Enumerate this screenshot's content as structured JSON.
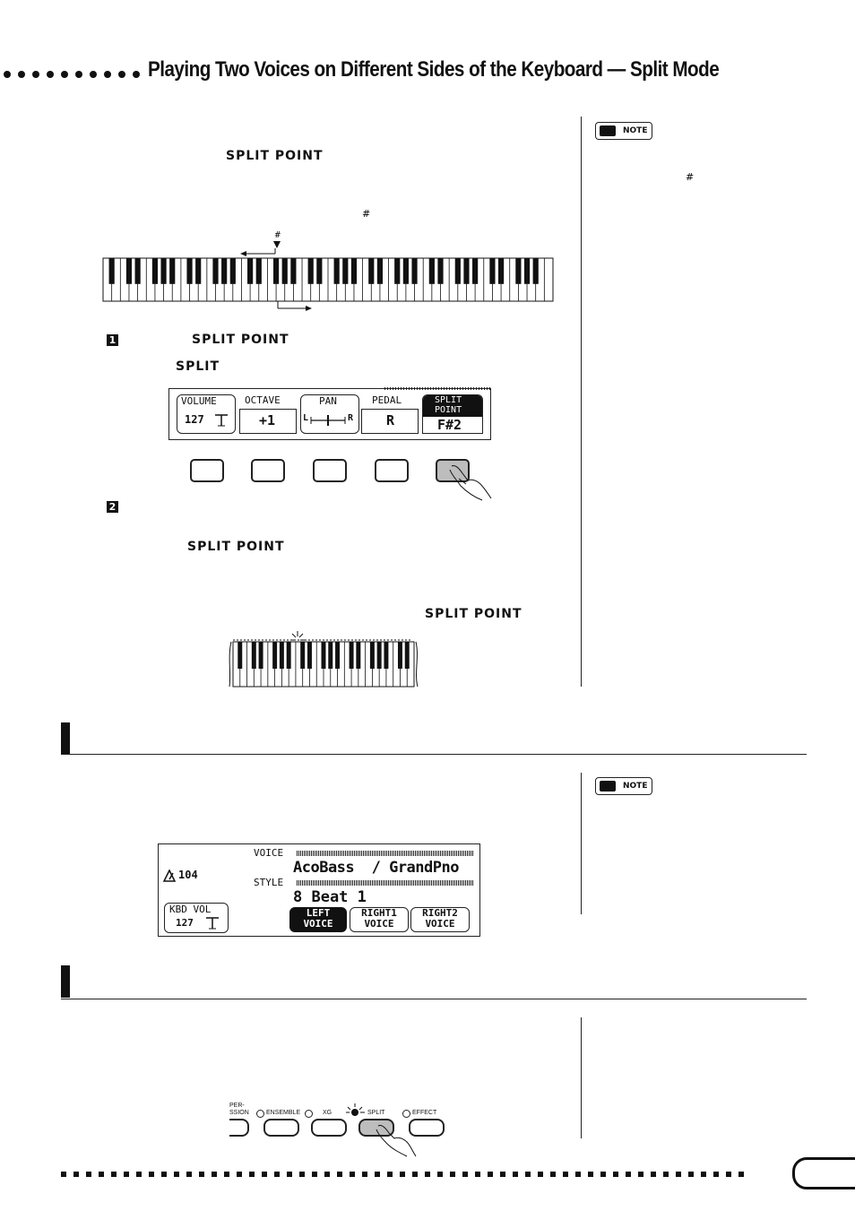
{
  "header": {
    "title": "Playing Two Voices on Different Sides of the Keyboard — Split Mode"
  },
  "split_section": {
    "split_point_label": "SPLIT POINT",
    "sharp_symbol": "#",
    "step1": {
      "number": "1",
      "label": "SPLIT POINT",
      "sub_label": "SPLIT"
    },
    "step2": {
      "number": "2",
      "label": "SPLIT POINT",
      "label_lower": "SPLIT POINT"
    }
  },
  "lcd_split": {
    "volume_label": "VOLUME",
    "volume_value": "127",
    "octave_label": "OCTAVE",
    "octave_value": "+1",
    "pan_label": "PAN",
    "pan_left": "L",
    "pan_right": "R",
    "pedal_label": "PEDAL",
    "pedal_value": "R",
    "split_point_line1": "SPLIT",
    "split_point_line2": "POINT",
    "split_point_value": "F#2"
  },
  "notes": {
    "note_label": "NOTE",
    "sharp_symbol": "#"
  },
  "lcd_main": {
    "tempo": "104",
    "voice_label": "VOICE",
    "voice_value": "AcoBass  / GrandPno",
    "style_label": "STYLE",
    "style_value": "8 Beat 1",
    "kbd_vol_label": "KBD VOL",
    "kbd_vol_value": "127",
    "left_voice_line1": "LEFT",
    "left_voice_line2": "VOICE",
    "right1_line1": "RIGHT1",
    "right1_line2": "VOICE",
    "right2_line1": "RIGHT2",
    "right2_line2": "VOICE"
  },
  "button_row": {
    "percussion_partial": "PER-\nSSION",
    "ensemble": "ENSEMBLE",
    "xg": "XG",
    "split": "SPLIT",
    "effect": "EFFECT"
  }
}
